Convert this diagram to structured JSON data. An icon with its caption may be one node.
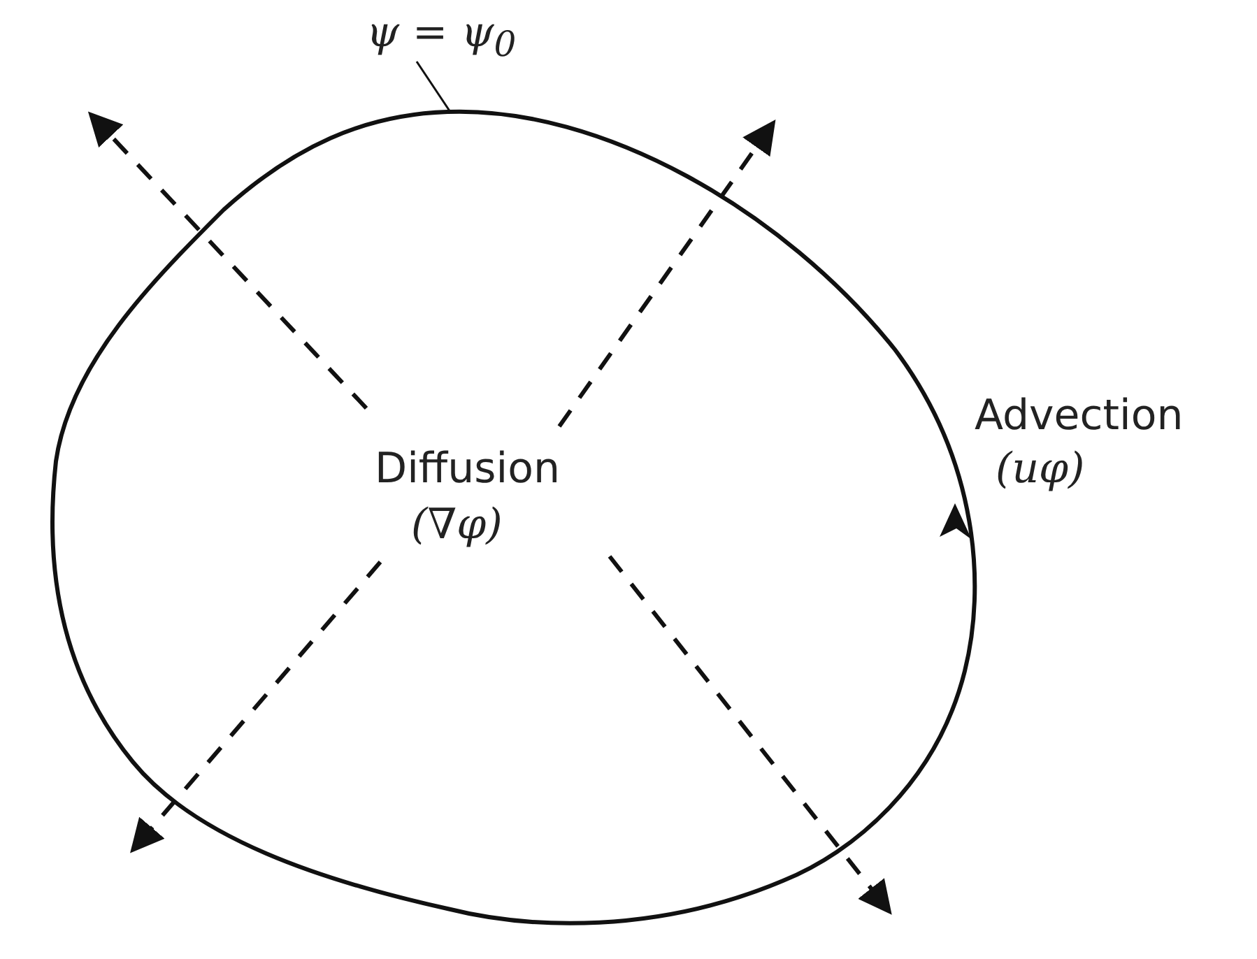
{
  "diagram": {
    "nodes": [
      {
        "text": [],
        "shape": "curve"
      },
      {
        "text": [
          "ψ = ψ$_{0}$"
        ]
      }
    ],
    "edges": [
      {
        "from": 1,
        "to": 0,
        "arrow": "none"
      }
    ],
    "labels": [
      "Diffusion",
      "(∇φ)",
      "Advection",
      "(uφ)"
    ]
  }
}
